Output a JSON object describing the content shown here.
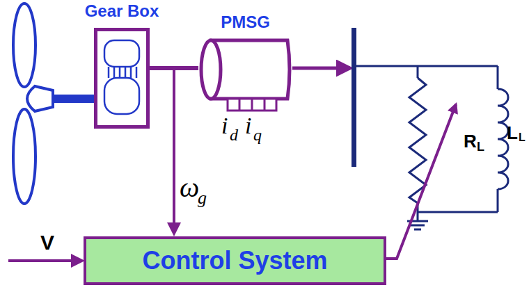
{
  "diagram": {
    "nodes": [
      {
        "text": [
          "Gear Box"
        ]
      },
      {
        "text": [
          "PMSG"
        ]
      },
      {
        "text": [
          "Control System"
        ]
      }
    ],
    "edges": [
      {
        "from": 0,
        "to": 1,
        "arrow": "none"
      }
    ],
    "labels": [
      "V",
      "ω",
      "g",
      "i",
      "d",
      "i",
      "q",
      "R",
      "L",
      "L",
      "L"
    ]
  }
}
